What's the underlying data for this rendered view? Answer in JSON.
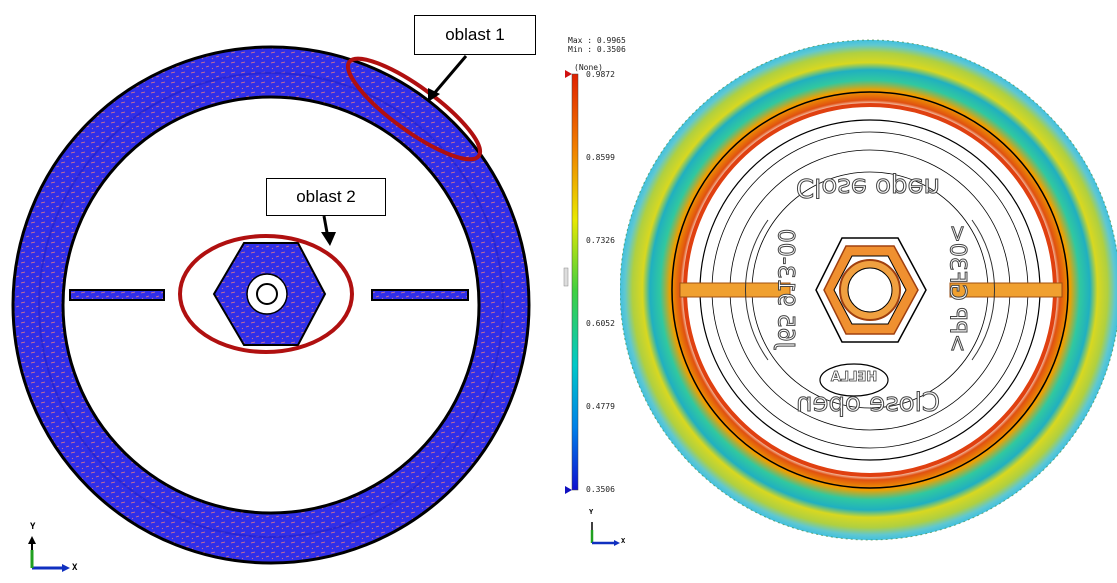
{
  "left_panel": {
    "callouts": [
      {
        "label": "oblast 1"
      },
      {
        "label": "oblast 2"
      }
    ],
    "axis": {
      "y": "Y",
      "x": "X"
    },
    "colors": {
      "mesh": "#2f2fe8",
      "highlight": "#b01010",
      "outline": "#000000"
    }
  },
  "scale": {
    "max_text": "Max : 0.9965",
    "min_text": "Min : 0.3506",
    "unit": "(None)",
    "ticks": [
      "0.9872",
      "0.8599",
      "0.7326",
      "0.6052",
      "0.4779",
      "0.3506"
    ]
  },
  "right_panel": {
    "axis": {
      "y": "Y",
      "x": "X"
    },
    "embossed_text": [
      "Close open",
      "Close open",
      "J65 913-00",
      ">PP GF30<",
      "HELLA"
    ]
  }
}
